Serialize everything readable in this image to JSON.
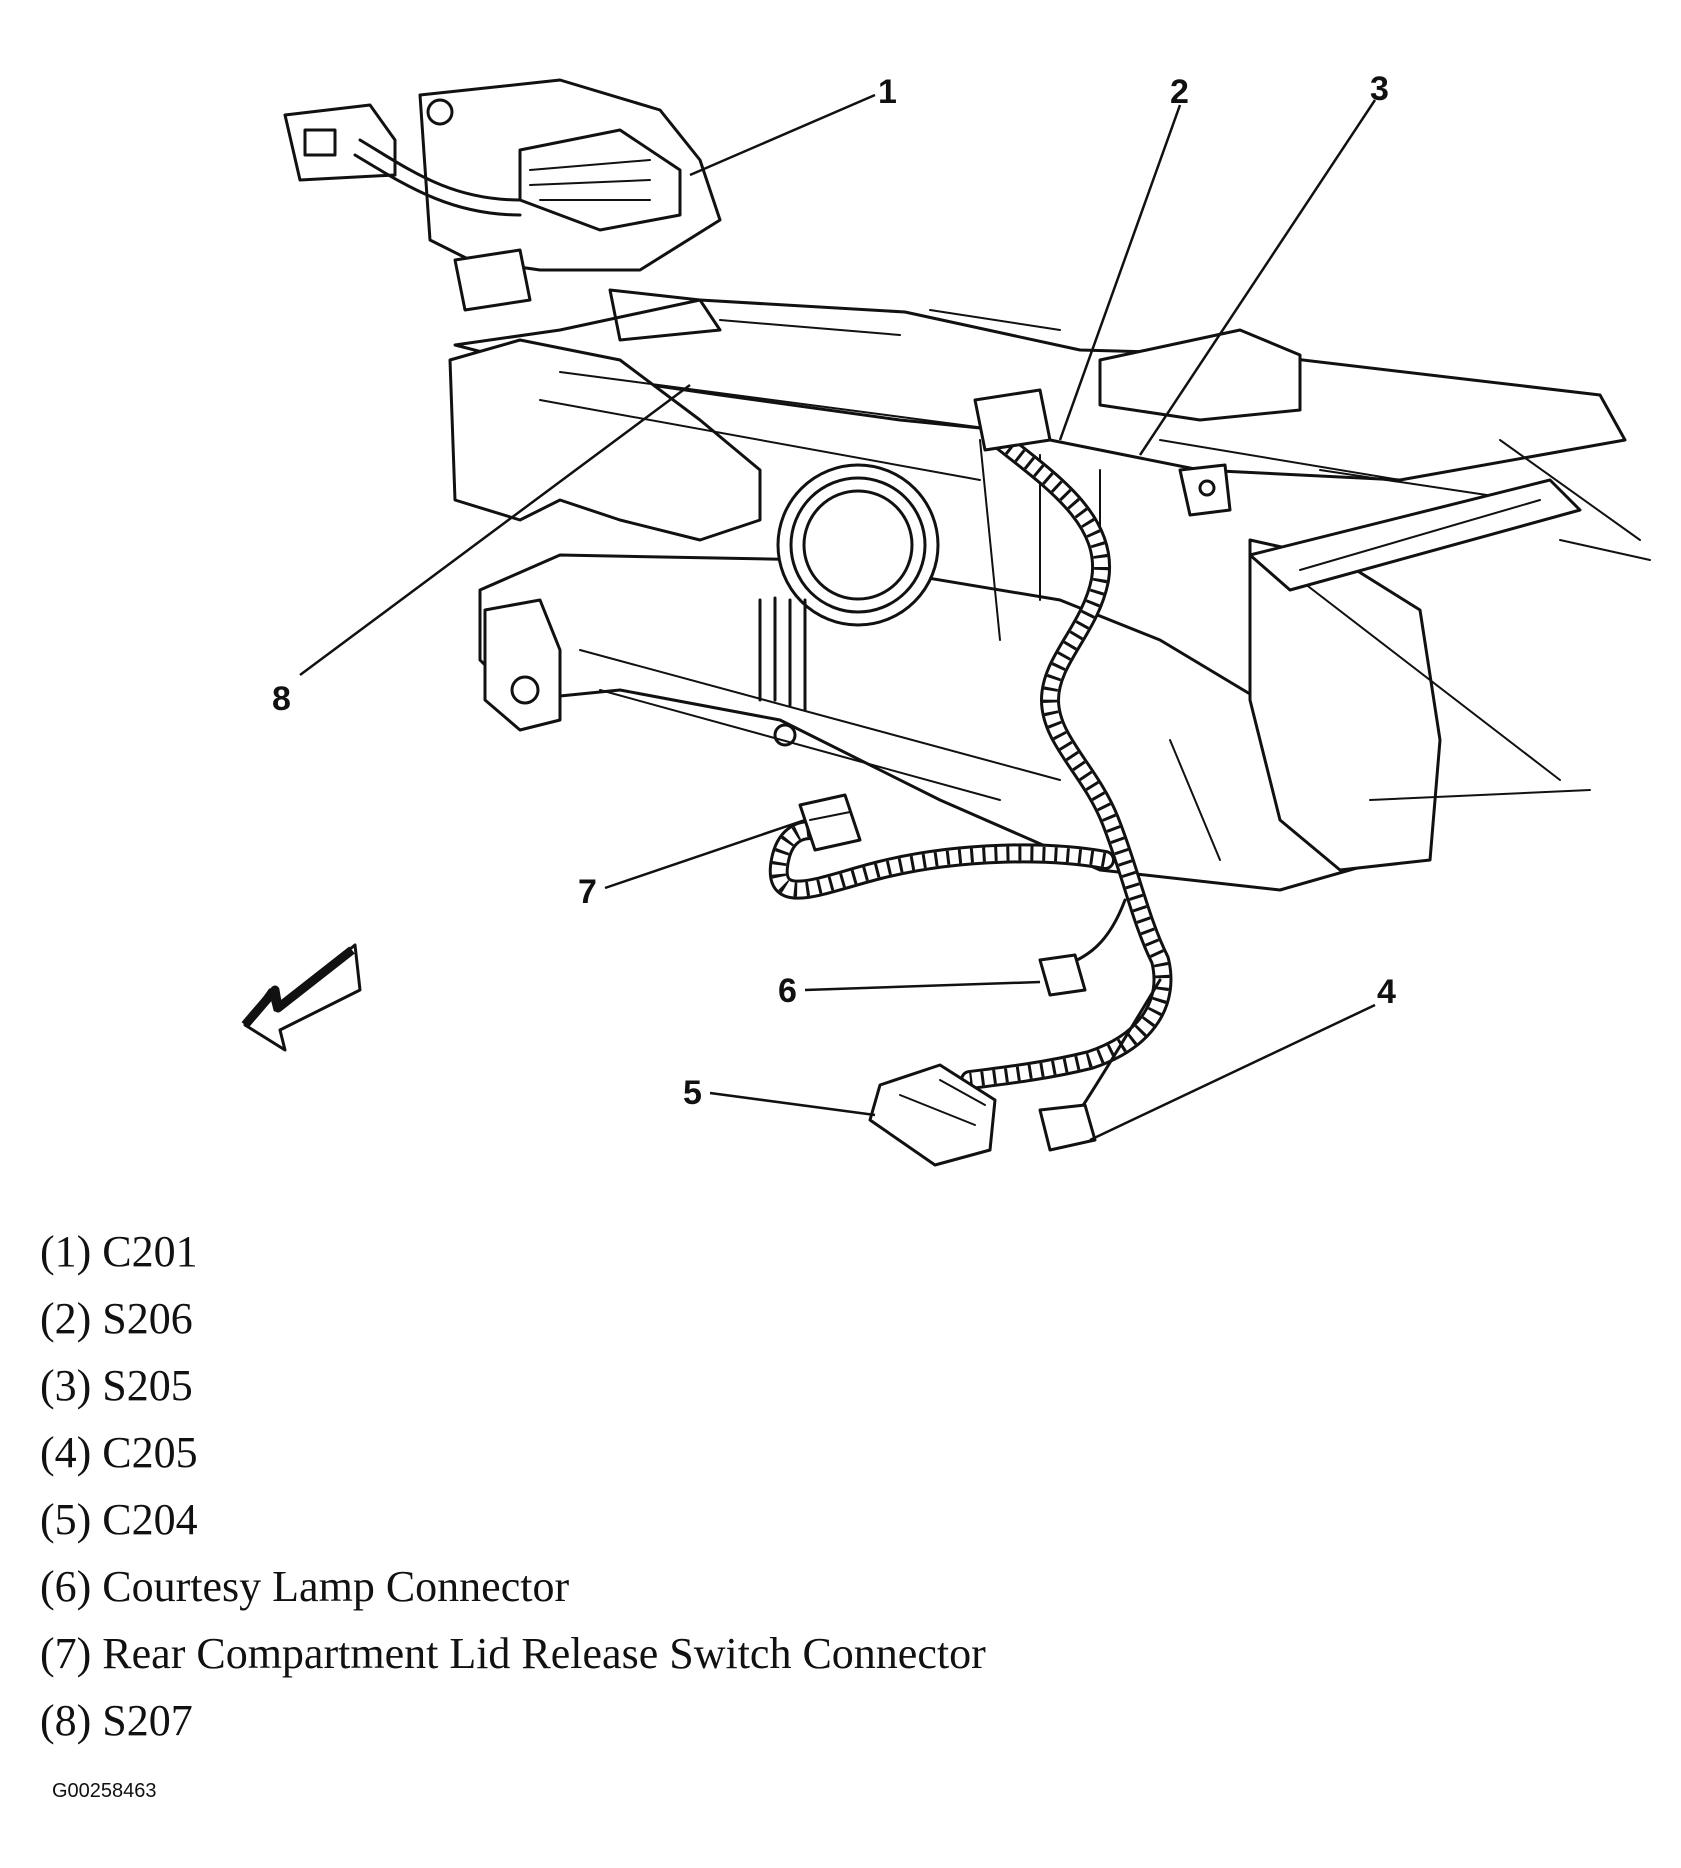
{
  "diagram": {
    "callouts": [
      "1",
      "2",
      "3",
      "4",
      "5",
      "6",
      "7",
      "8"
    ]
  },
  "legend": {
    "items": [
      "(1) C201",
      "(2) S206",
      "(3) S205",
      "(4) C205",
      "(5) C204",
      "(6) Courtesy Lamp Connector",
      "(7) Rear Compartment Lid Release Switch Connector",
      "(8) S207"
    ]
  },
  "figure_id": "G00258463"
}
